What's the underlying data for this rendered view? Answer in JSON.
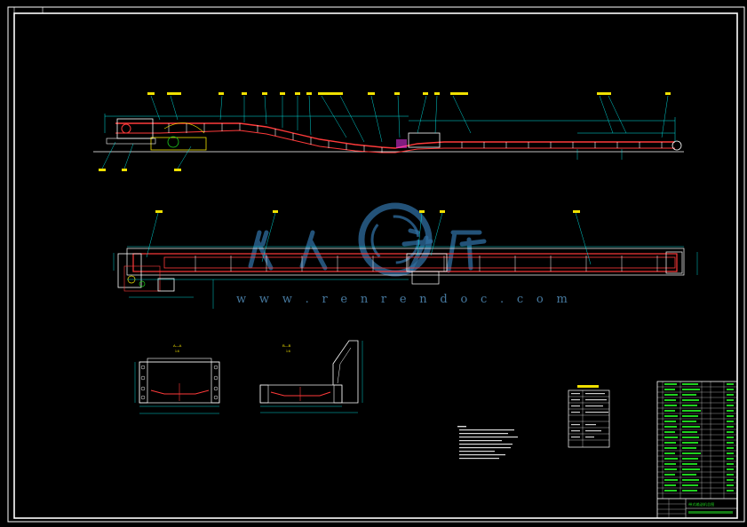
{
  "watermark": {
    "url": "w w w . r e n r e n d o c . c o m",
    "brand_characters": "人人文库",
    "color": "#2f6ea0"
  },
  "colors": {
    "background": "#000000",
    "frame": "#ffffff",
    "conveyor": "#ff3a3a",
    "dimension": "#00e5e5",
    "outline": "#ffffff",
    "accent_yellow": "#f0e000",
    "table_green": "#1fd01f"
  },
  "drawing": {
    "views": [
      "elevation-view",
      "plan-view",
      "section-a-a",
      "section-b-b",
      "specification-table",
      "technical-notes",
      "title-block"
    ]
  },
  "sections": {
    "section_a_label": "A—A",
    "section_a_scale": "1:6",
    "section_b_label": "B—B",
    "section_b_scale": "1:6"
  },
  "title_block": {
    "drawing_name": "带式输送机总图"
  }
}
